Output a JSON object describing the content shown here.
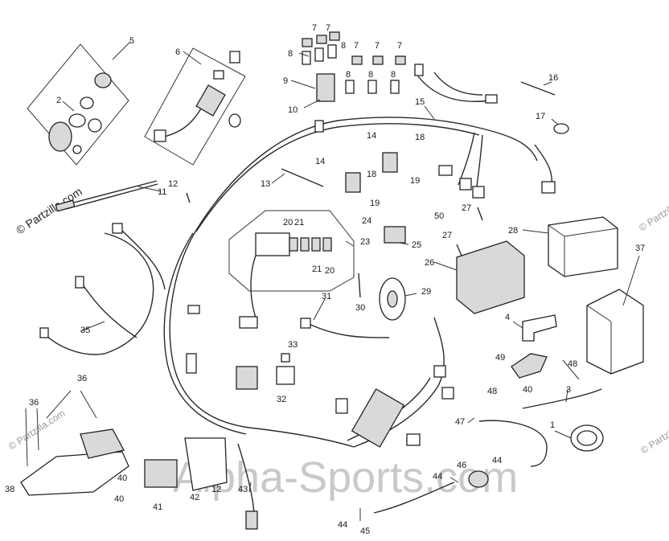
{
  "watermarks": {
    "brand": "© Partzilla.com",
    "dealer": "Alpha-Sports.com"
  },
  "callouts": [
    {
      "text": "5"
    },
    {
      "text": "2"
    },
    {
      "text": "6"
    },
    {
      "text": "7"
    },
    {
      "text": "8"
    },
    {
      "text": "9"
    },
    {
      "text": "10"
    },
    {
      "text": "11"
    },
    {
      "text": "12"
    },
    {
      "text": "13"
    },
    {
      "text": "14"
    },
    {
      "text": "15"
    },
    {
      "text": "16"
    },
    {
      "text": "17"
    },
    {
      "text": "18"
    },
    {
      "text": "19"
    },
    {
      "text": "20"
    },
    {
      "text": "21"
    },
    {
      "text": "23"
    },
    {
      "text": "24"
    },
    {
      "text": "25"
    },
    {
      "text": "26"
    },
    {
      "text": "27"
    },
    {
      "text": "28"
    },
    {
      "text": "29"
    },
    {
      "text": "30"
    },
    {
      "text": "31"
    },
    {
      "text": "32"
    },
    {
      "text": "33"
    },
    {
      "text": "35"
    },
    {
      "text": "36"
    },
    {
      "text": "37"
    },
    {
      "text": "38"
    },
    {
      "text": "40"
    },
    {
      "text": "41"
    },
    {
      "text": "42"
    },
    {
      "text": "43"
    },
    {
      "text": "44"
    },
    {
      "text": "45"
    },
    {
      "text": "46"
    },
    {
      "text": "47"
    },
    {
      "text": "48"
    },
    {
      "text": "49"
    },
    {
      "text": "50"
    },
    {
      "text": "1"
    },
    {
      "text": "3"
    },
    {
      "text": "4"
    }
  ]
}
